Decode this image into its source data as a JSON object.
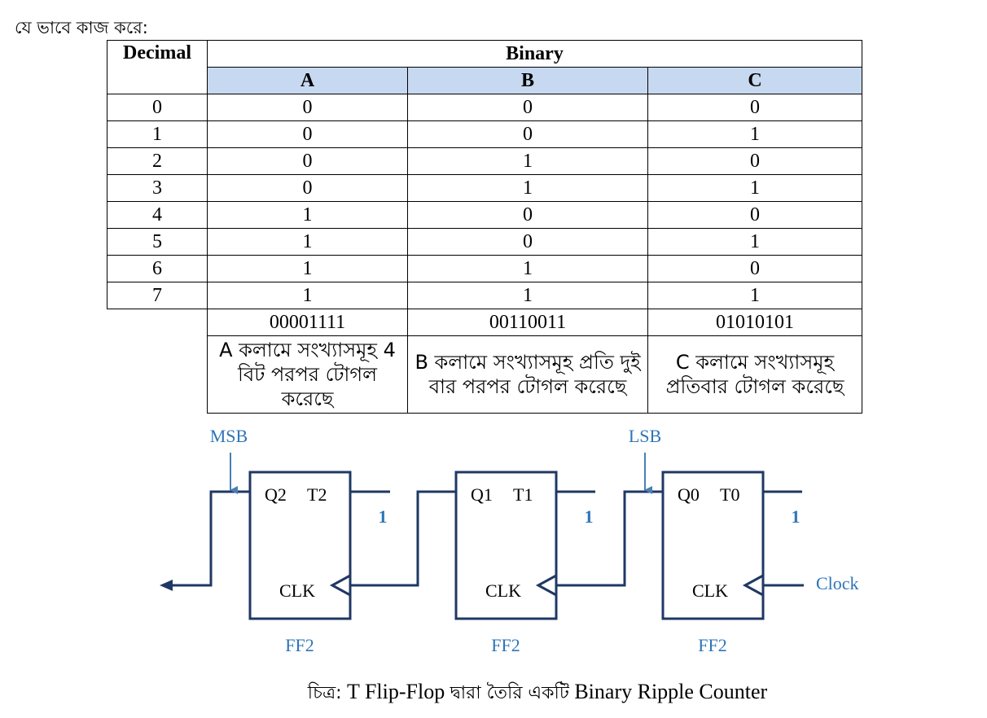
{
  "intro": "যে ভাবে কাজ করে:",
  "table": {
    "header_decimal": "Decimal",
    "header_binary": "Binary",
    "columns": [
      "A",
      "B",
      "C"
    ],
    "rows": [
      {
        "decimal": "0",
        "a": "0",
        "b": "0",
        "c": "0"
      },
      {
        "decimal": "1",
        "a": "0",
        "b": "0",
        "c": "1"
      },
      {
        "decimal": "2",
        "a": "0",
        "b": "1",
        "c": "0"
      },
      {
        "decimal": "3",
        "a": "0",
        "b": "1",
        "c": "1"
      },
      {
        "decimal": "4",
        "a": "1",
        "b": "0",
        "c": "0"
      },
      {
        "decimal": "5",
        "a": "1",
        "b": "0",
        "c": "1"
      },
      {
        "decimal": "6",
        "a": "1",
        "b": "1",
        "c": "0"
      },
      {
        "decimal": "7",
        "a": "1",
        "b": "1",
        "c": "1"
      }
    ],
    "sequences": [
      "00001111",
      "00110011",
      "01010101"
    ],
    "notes": [
      "A কলামে সংখ্যাসমূহ 4 বিট পরপর টোগল করেছে",
      "B কলামে সংখ্যাসমূহ প্রতি দুই বার পরপর টোগল করেছে",
      "C কলামে সংখ্যাসমূহ প্রতিবার টোগল করেছে"
    ]
  },
  "circuit": {
    "msb_label": "MSB",
    "lsb_label": "LSB",
    "clock_label": "Clock",
    "line_color": "#1f3864",
    "label_color": "#2e75b6",
    "flipflops": [
      {
        "q": "Q2",
        "t": "T2",
        "clk": "CLK",
        "name": "FF2",
        "t_input": "1"
      },
      {
        "q": "Q1",
        "t": "T1",
        "clk": "CLK",
        "name": "FF2",
        "t_input": "1"
      },
      {
        "q": "Q0",
        "t": "T0",
        "clk": "CLK",
        "name": "FF2",
        "t_input": "1"
      }
    ]
  },
  "caption": {
    "prefix": "চিত্র:",
    "part1": "T Flip-Flop",
    "part2": "দ্বারা তৈরি একটি",
    "part3": "Binary Ripple Counter"
  }
}
